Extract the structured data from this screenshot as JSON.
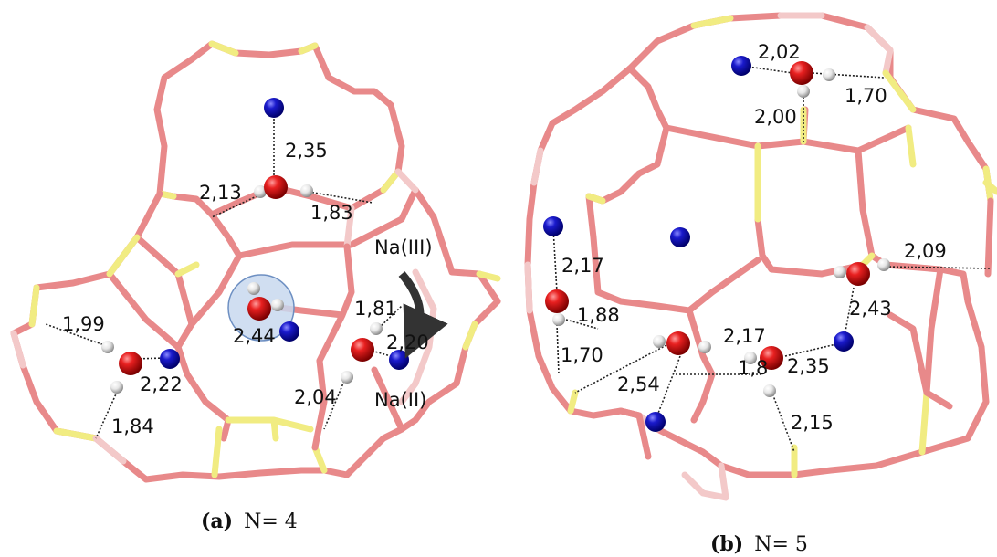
{
  "panel_a": {
    "caption_prefix": "(a)",
    "caption_text": "N= 4",
    "site_labels": {
      "na3": "Na(III)",
      "na2": "Na(II)"
    },
    "distances": {
      "d235": "2,35",
      "d213": "2,13",
      "d183": "1,83",
      "d199": "1,99",
      "d222": "2,22",
      "d184": "1,84",
      "d244": "2,44",
      "d181": "1,81",
      "d220": "2,20",
      "d204": "2,04"
    }
  },
  "panel_b": {
    "caption_prefix": "(b)",
    "caption_text": "N= 5",
    "distances": {
      "d202": "2,02",
      "d170a": "1,70",
      "d200": "2,00",
      "d217a": "2,17",
      "d188": "1,88",
      "d170b": "1,70",
      "d209": "2,09",
      "d243": "2,43",
      "d217b": "2,17",
      "d254": "2,54",
      "d235": "2,35",
      "d18x": "1,8",
      "d215": "2,15"
    }
  },
  "colors": {
    "framework_oxygen": "#e8898a",
    "framework_silicon": "#f1ec82",
    "framework_light": "#f3c9c9",
    "oxygen_atom": "#e21515",
    "hydrogen_atom": "#ececec",
    "sodium_atom": "#1212c8",
    "highlight": "#c8d8ee"
  },
  "icons": {
    "arrow": "curved-arrow-icon"
  }
}
